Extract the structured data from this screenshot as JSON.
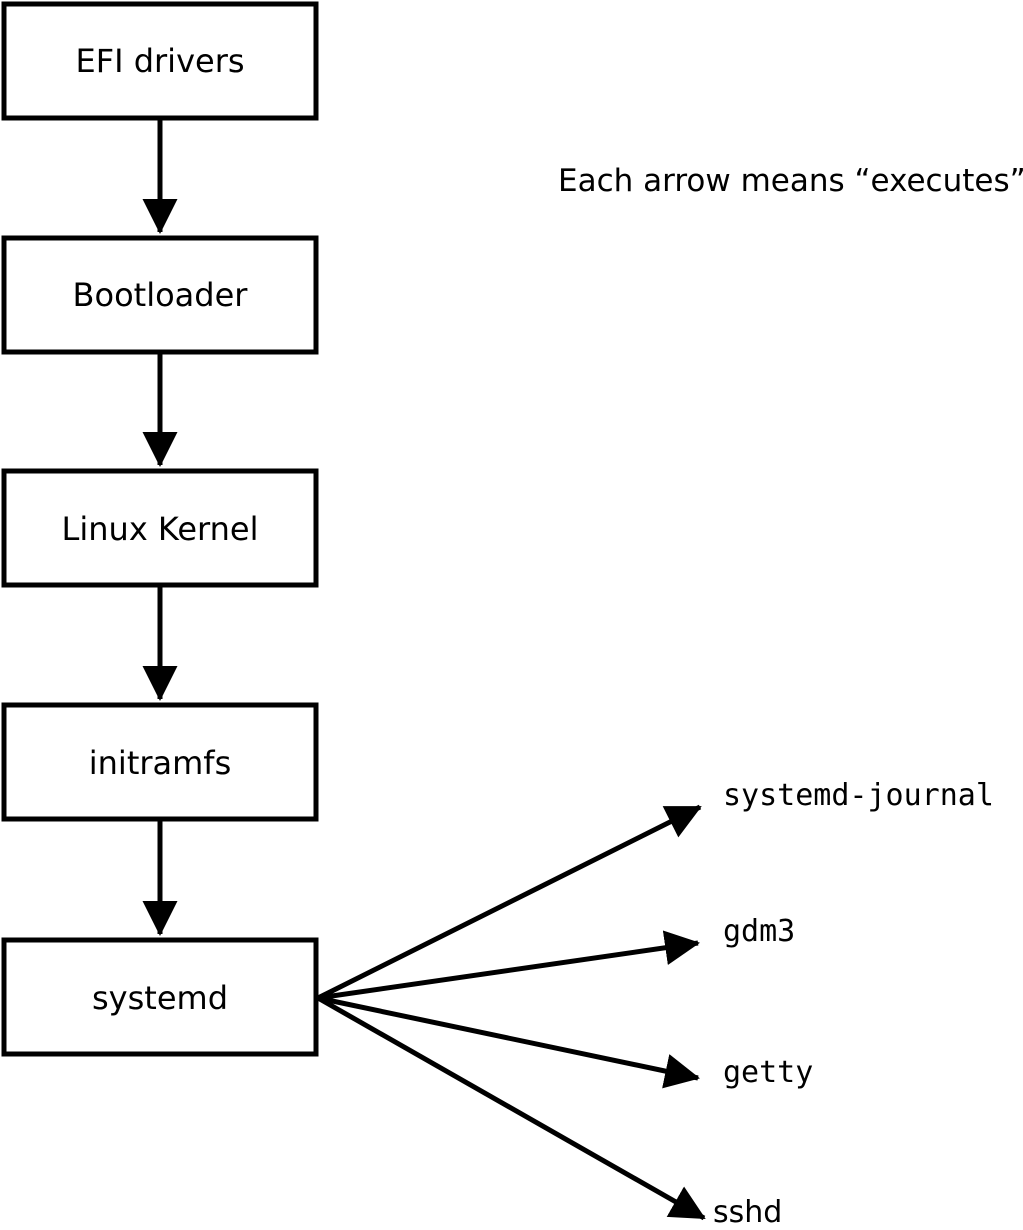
{
  "diagram": {
    "title": "boot-chain-diagram",
    "annotation": "Each arrow means “executes”.",
    "nodes": [
      {
        "label": "EFI drivers"
      },
      {
        "label": "Bootloader"
      },
      {
        "label": "Linux Kernel"
      },
      {
        "label": "initramfs"
      },
      {
        "label": "systemd"
      }
    ],
    "services": [
      {
        "label": "systemd-journal"
      },
      {
        "label": "gdm3"
      },
      {
        "label": "getty"
      },
      {
        "label": "sshd"
      }
    ],
    "arrow_meaning": "executes",
    "colors": {
      "line": "#000000",
      "box_fill": "#ffffff",
      "text": "#000000",
      "background": "#ffffff"
    }
  }
}
